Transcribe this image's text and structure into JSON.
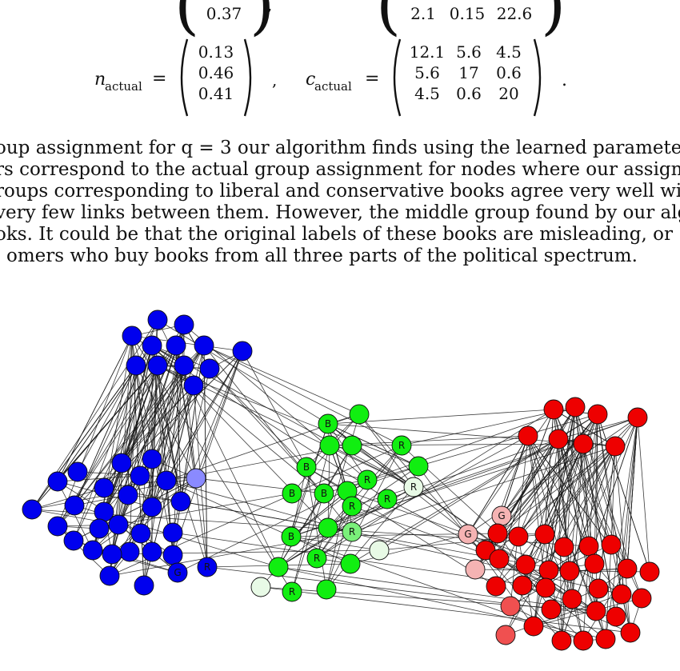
{
  "equations": {
    "top_partial": {
      "n_col_last": "0.37",
      "comma": ",",
      "c_row_last": [
        "2.1",
        "0.15",
        "22.6"
      ]
    },
    "actual": {
      "n_symbol": "n",
      "n_sub": "actual",
      "equals": "=",
      "n_values": [
        "0.13",
        "0.46",
        "0.41"
      ],
      "sep": ",",
      "c_symbol": "c",
      "c_sub": "actual",
      "c_rows": [
        [
          "12.1",
          "5.6",
          "4.5"
        ],
        [
          "5.6",
          "17",
          "0.6"
        ],
        [
          "4.5",
          "0.6",
          "20"
        ]
      ],
      "period": "."
    }
  },
  "paragraph": [
    "oup assignment for q = 3 our algorithm finds using the learned paramete",
    "rs correspond to the actual group assignment for nodes where our assign",
    "roups corresponding to liberal and conservative books agree very well wit",
    "very few links between them. However, the middle group found by our algo",
    "oks. It could be that the original labels of these books are misleading, or",
    "omers who buy books from all three parts of the political spectrum."
  ],
  "figure": {
    "colors": {
      "blue": "#0000ee",
      "light_blue": "#8a8aff",
      "green": "#11ee11",
      "light_green": "#7af07a",
      "pale_green": "#e8fae6",
      "red": "#ee0000",
      "pink": "#f5b3b3",
      "salmon": "#f05050",
      "edge": "#1a1a1a"
    },
    "node_labels": {
      "B": "B",
      "R": "R",
      "G": "G"
    }
  }
}
